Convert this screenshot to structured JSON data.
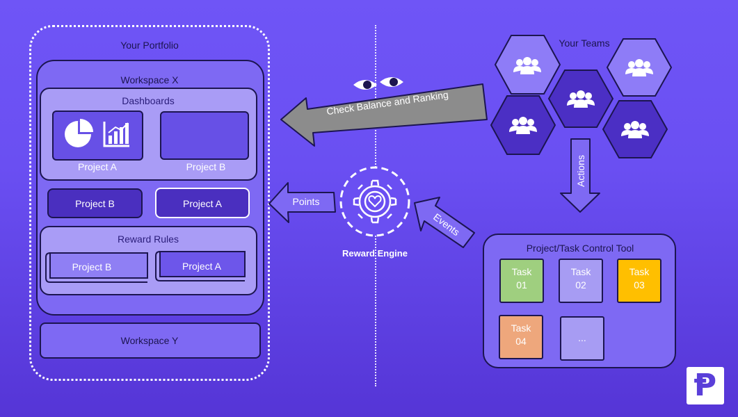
{
  "portfolio": {
    "title": "Your Portfolio",
    "workspace_x": {
      "title": "Workspace X",
      "dashboards": {
        "title": "Dashboards",
        "items": [
          {
            "label": "Project A"
          },
          {
            "label": "Project B"
          }
        ]
      },
      "projects": [
        {
          "label": "Project B"
        },
        {
          "label": "Project A"
        }
      ],
      "reward_rules": {
        "title": "Reward Rules",
        "items": [
          {
            "label": "Project B"
          },
          {
            "label": "Project A"
          }
        ]
      }
    },
    "workspace_y": {
      "title": "Workspace Y"
    }
  },
  "arrows": {
    "check": "Check Balance and Ranking",
    "points": "Points",
    "events": "Events",
    "actions": "Actions"
  },
  "engine": {
    "label": "Reward Engine",
    "icon": "gear-heart-icon"
  },
  "teams": {
    "title": "Your Teams",
    "icon": "team-icon"
  },
  "control_tool": {
    "title": "Project/Task Control Tool",
    "tasks": [
      {
        "label": "Task\n01",
        "color": "#9fcf7f"
      },
      {
        "label": "Task\n02",
        "color": "#a79cf3"
      },
      {
        "label": "Task\n03",
        "color": "#ffbf00"
      },
      {
        "label": "Task\n04",
        "color": "#eea77c"
      },
      {
        "label": "...",
        "color": "#a79cf3"
      }
    ]
  },
  "logo": {
    "glyph": "Ᵽ"
  },
  "colors": {
    "background": "#6a4ff2",
    "panel": "#7d68f4",
    "panel_light": "#a99cf6",
    "dark_tile": "#5a3fd9",
    "outline": "#1c1550",
    "hex_light": "#8e7cf7",
    "hex_dark": "#4b2fc4",
    "grey_arrow": "#8c8c8c"
  }
}
